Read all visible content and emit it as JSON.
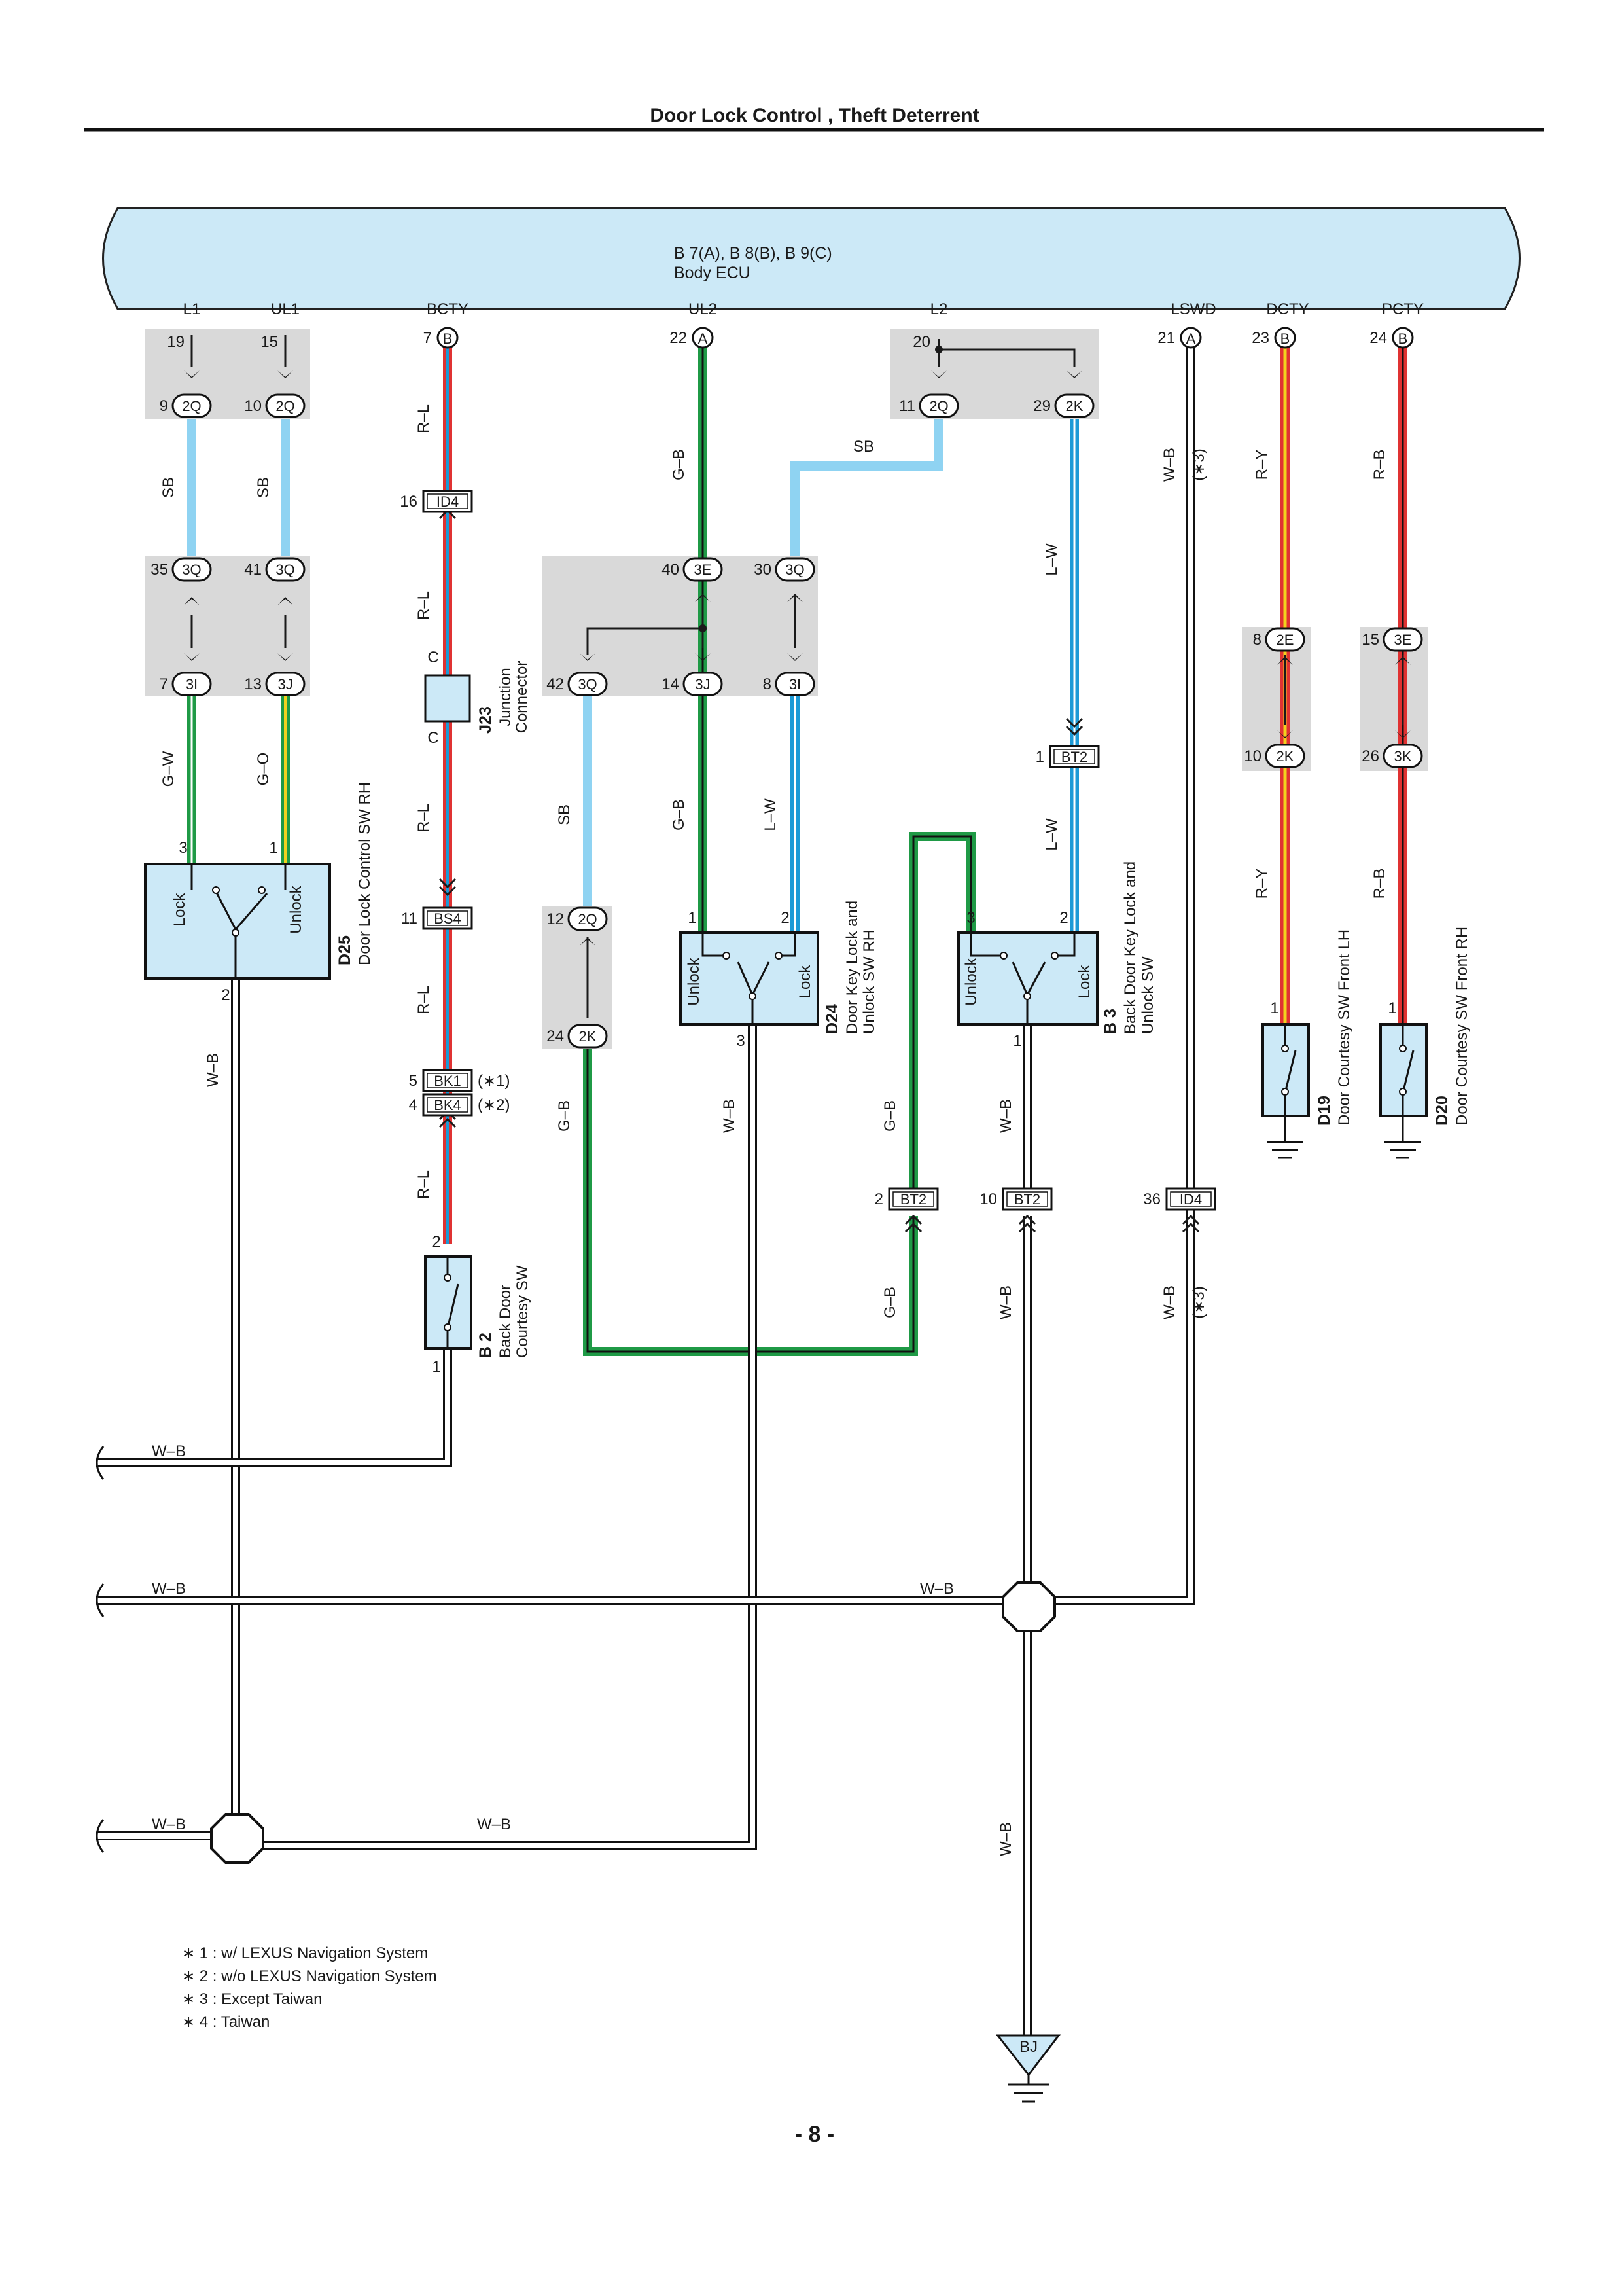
{
  "header": {
    "title": "Door Lock Control , Theft Deterrent"
  },
  "ecu": {
    "code": "B 7(A), B 8(B), B 9(C)",
    "name": "Body ECU",
    "terminals": [
      {
        "id": "l1",
        "label": "L1",
        "pin": "19"
      },
      {
        "id": "ul1",
        "label": "UL1",
        "pin": "15"
      },
      {
        "id": "bcty",
        "label": "BCTY",
        "pin": "7",
        "conn": "B"
      },
      {
        "id": "ul2",
        "label": "UL2",
        "pin": "22",
        "conn": "A"
      },
      {
        "id": "l2",
        "label": "L2",
        "pin": "20"
      },
      {
        "id": "lswd",
        "label": "LSWD",
        "pin": "21",
        "conn": "A"
      },
      {
        "id": "dcty",
        "label": "DCTY",
        "pin": "23",
        "conn": "B"
      },
      {
        "id": "pcty",
        "label": "PCTY",
        "pin": "24",
        "conn": "B"
      }
    ]
  },
  "junctions": {
    "j2q_9": {
      "pin": "9",
      "code": "2Q"
    },
    "j2q_10": {
      "pin": "10",
      "code": "2Q"
    },
    "j3q_35": {
      "pin": "35",
      "code": "3Q"
    },
    "j3q_41": {
      "pin": "41",
      "code": "3Q"
    },
    "j3i_7": {
      "pin": "7",
      "code": "3I"
    },
    "j3j_13": {
      "pin": "13",
      "code": "3J"
    },
    "j2q_11": {
      "pin": "11",
      "code": "2Q"
    },
    "j2k_29": {
      "pin": "29",
      "code": "2K"
    },
    "j3e_40": {
      "pin": "40",
      "code": "3E"
    },
    "j3q_30": {
      "pin": "30",
      "code": "3Q"
    },
    "j3q_42": {
      "pin": "42",
      "code": "3Q"
    },
    "j3j_14": {
      "pin": "14",
      "code": "3J"
    },
    "j3i_8": {
      "pin": "8",
      "code": "3I"
    },
    "j2e_8": {
      "pin": "8",
      "code": "2E"
    },
    "j3e_15": {
      "pin": "15",
      "code": "3E"
    },
    "j2k_10": {
      "pin": "10",
      "code": "2K"
    },
    "j3k_26": {
      "pin": "26",
      "code": "3K"
    },
    "j2q_12": {
      "pin": "12",
      "code": "2Q"
    },
    "j2k_24": {
      "pin": "24",
      "code": "2K"
    }
  },
  "connectors": {
    "id4_16": {
      "pin": "16",
      "code": "ID4"
    },
    "bs4_11": {
      "pin": "11",
      "code": "BS4"
    },
    "bk1_5": {
      "pin": "5",
      "code": "BK1",
      "note": "(∗1)"
    },
    "bk4_4": {
      "pin": "4",
      "code": "BK4",
      "note": "(∗2)"
    },
    "bt2_1": {
      "pin": "1",
      "code": "BT2"
    },
    "bt2_2": {
      "pin": "2",
      "code": "BT2"
    },
    "bt2_10": {
      "pin": "10",
      "code": "BT2"
    },
    "id4_36": {
      "pin": "36",
      "code": "ID4"
    }
  },
  "junction_connector": {
    "code": "J23",
    "name1": "Junction",
    "name2": "Connector",
    "pin": "C"
  },
  "components": {
    "d25": {
      "code": "D25",
      "name": "Door Lock Control SW RH",
      "lock": "Lock",
      "unlock": "Unlock",
      "pin_a": "3",
      "pin_b": "1",
      "pin_c": "2"
    },
    "d24": {
      "code": "D24",
      "name1": "Door Key Lock and",
      "name2": "Unlock SW RH",
      "lock": "Lock",
      "unlock": "Unlock",
      "pin_a": "1",
      "pin_b": "2",
      "pin_c": "3"
    },
    "b3": {
      "code": "B 3",
      "name1": "Back Door Key Lock and",
      "name2": "Unlock SW",
      "lock": "Lock",
      "unlock": "Unlock",
      "pin_a": "3",
      "pin_b": "2",
      "pin_c": "1"
    },
    "b2": {
      "code": "B 2",
      "name1": "Back Door",
      "name2": "Courtesy SW",
      "pin_top": "2",
      "pin_bot": "1"
    },
    "d19": {
      "code": "D19",
      "name": "Door Courtesy SW Front LH",
      "pin": "1"
    },
    "d20": {
      "code": "D20",
      "name": "Door Courtesy SW Front RH",
      "pin": "1"
    }
  },
  "wires": {
    "sb": "SB",
    "gw": "G–W",
    "go": "G–O",
    "rl": "R–L",
    "gb": "G–B",
    "lw": "L–W",
    "wb": "W–B",
    "ry": "R–Y",
    "rb": "R–B",
    "star3": "(∗3)"
  },
  "ground": {
    "code": "BJ"
  },
  "notes": [
    "∗ 1 : w/ LEXUS Navigation System",
    "∗ 2 : w/o LEXUS Navigation System",
    "∗ 3 : Except Taiwan",
    "∗ 4 : Taiwan"
  ],
  "footer": {
    "page": "- 8 -"
  },
  "colors": {
    "ecu_fill": "#cce9f7",
    "panel_fill": "#d9d9d9",
    "sky": "#8fd3f2",
    "blue": "#1c9ad6",
    "green": "#1f9a46",
    "red": "#e03232",
    "yellow": "#f2d21e",
    "orange": "#f28c1e",
    "wb": "#ffffff"
  }
}
